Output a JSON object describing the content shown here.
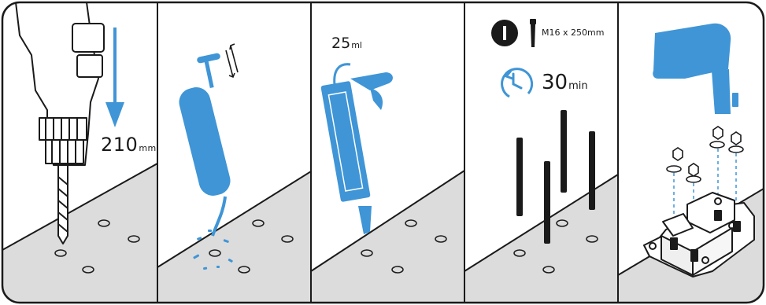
{
  "accent_color": "#3f95d6",
  "steps": [
    {
      "id": "drill",
      "icon": "drill-icon",
      "depth": {
        "value": "210",
        "unit": "mm"
      }
    },
    {
      "id": "clean",
      "icon": "blow-pump-icon"
    },
    {
      "id": "inject",
      "icon": "resin-gun-icon",
      "amount": {
        "value": "25",
        "unit": "ml"
      }
    },
    {
      "id": "cure",
      "icon": "threaded-rod-icon",
      "count_badge": "I",
      "bolt_spec": "M16 x 250mm",
      "cure_time": {
        "value": "30",
        "unit": "min"
      }
    },
    {
      "id": "fix",
      "icon": "impact-wrench-icon"
    }
  ]
}
